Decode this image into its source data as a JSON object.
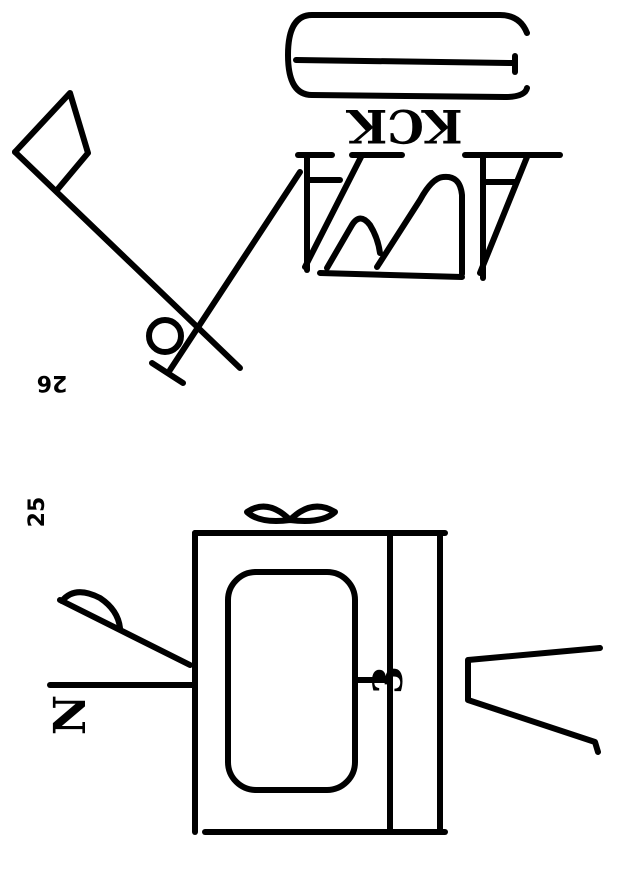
{
  "figures": [
    {
      "number": "26",
      "lettering": "KCK"
    },
    {
      "number": "25",
      "letter_n": "N",
      "digit": "3"
    }
  ],
  "colors": {
    "ink": "#000000",
    "background": "#ffffff"
  }
}
